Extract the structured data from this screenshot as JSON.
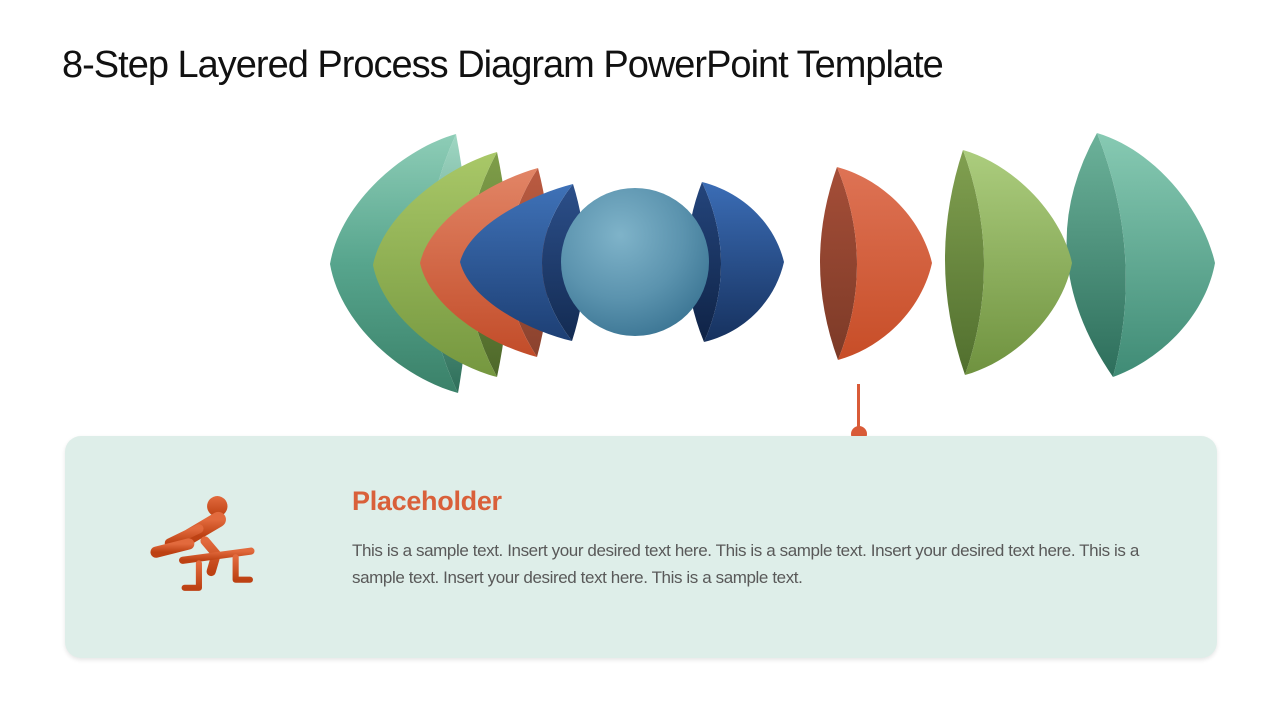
{
  "slide": {
    "title": "8-Step Layered Process Diagram PowerPoint Template",
    "background_color": "#ffffff",
    "title_color": "#111111"
  },
  "diagram": {
    "description": "8 layered hemisphere shells around a central core sphere, exploded horizontally",
    "core": {
      "name": "core-sphere",
      "color": "#5590ac"
    },
    "layers": [
      {
        "step": 1,
        "side": "left",
        "order": "outermost",
        "color_top": "#8ecdb7",
        "color_bottom": "#3a8169",
        "hue": "teal"
      },
      {
        "step": 2,
        "side": "left",
        "order": "second",
        "color_top": "#a9c868",
        "color_bottom": "#75973f",
        "hue": "green"
      },
      {
        "step": 3,
        "side": "left",
        "order": "third",
        "color_top": "#e28566",
        "color_bottom": "#c24c29",
        "hue": "orange"
      },
      {
        "step": 4,
        "side": "left",
        "order": "innermost",
        "color_top": "#3f72b8",
        "color_bottom": "#1d3f74",
        "hue": "dark-blue"
      },
      {
        "step": 5,
        "side": "right",
        "order": "innermost",
        "color_top": "#3b6db6",
        "color_bottom": "#16315e",
        "hue": "dark-blue"
      },
      {
        "step": 6,
        "side": "right",
        "order": "third",
        "color_top": "#de7355",
        "color_bottom": "#c74d27",
        "hue": "orange"
      },
      {
        "step": 7,
        "side": "right",
        "order": "second",
        "color_top": "#accd7e",
        "color_bottom": "#6f923f",
        "hue": "green"
      },
      {
        "step": 8,
        "side": "right",
        "order": "outermost",
        "color_top": "#87cab3",
        "color_bottom": "#3f8b75",
        "hue": "teal"
      }
    ],
    "connector": {
      "color": "#d95b38",
      "attached_layer_step": 6
    }
  },
  "callout": {
    "card_color": "#deeee9",
    "icon": "hurdler-icon",
    "icon_color": "#d05529",
    "heading": "Placeholder",
    "heading_color": "#d9603a",
    "body": "This is a sample text. Insert your desired text here. This is a sample text. Insert your desired text here. This is a sample text. Insert your desired text here. This is a sample text.",
    "body_color": "#595959"
  }
}
